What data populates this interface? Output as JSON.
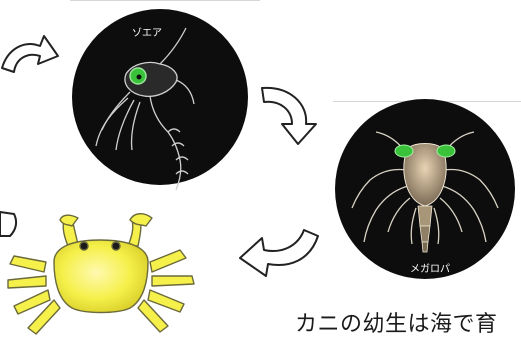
{
  "diagram": {
    "stages": [
      {
        "id": "zoea",
        "label": "ゾエア",
        "icon": "zoea-larva-illustration"
      },
      {
        "id": "megalopa",
        "label": "メガロパ",
        "icon": "megalopa-larva-illustration"
      },
      {
        "id": "adult",
        "label": "",
        "icon": "adult-crab-illustration"
      }
    ],
    "caption": "カニの幼生は海で育",
    "colors": {
      "disk": "#0d0d0d",
      "eye_green": "#39c23a",
      "crab_yellow": "#f5f04a",
      "crab_outline": "#6b6a3a",
      "arrow_stroke": "#222222"
    }
  }
}
